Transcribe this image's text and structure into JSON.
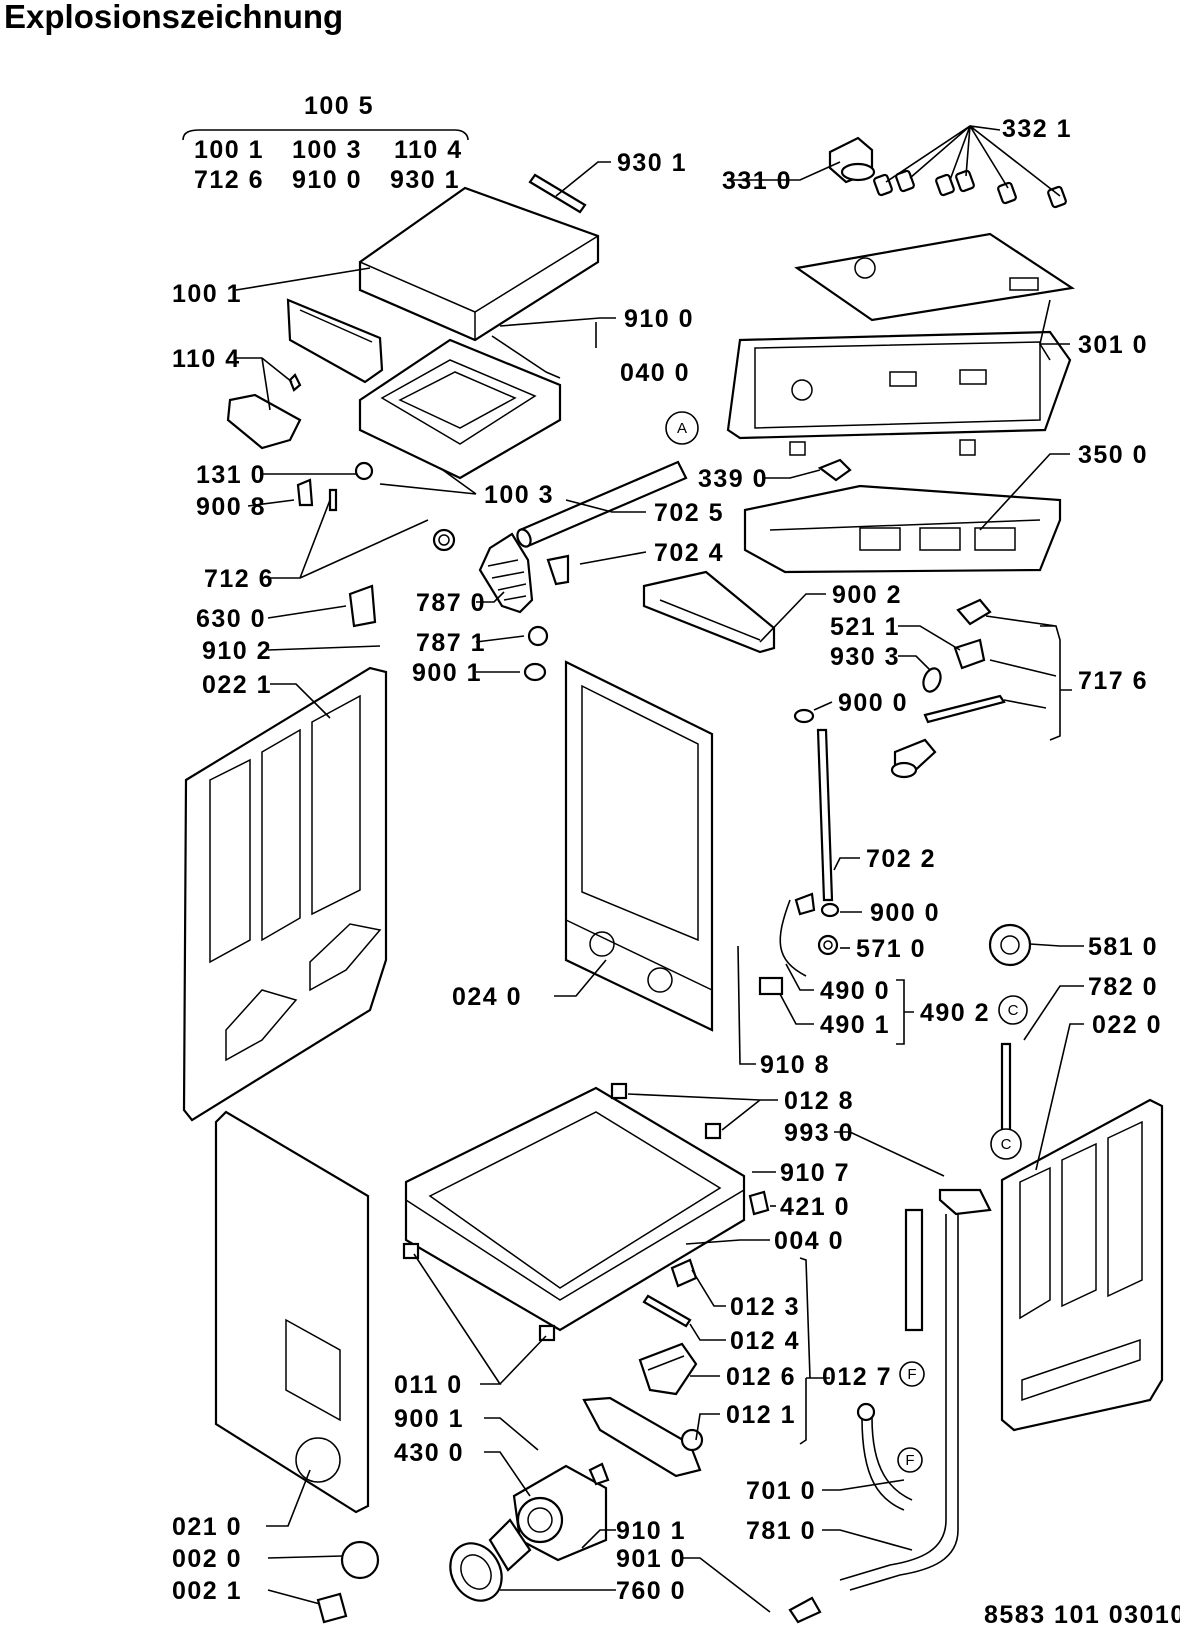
{
  "title": "Explosionszeichnung",
  "doc_number": "8583 101 03010",
  "callouts": [
    "A",
    "C",
    "C",
    "F",
    "F"
  ],
  "labels": {
    "l1005": "100 5",
    "l1001a": "100 1",
    "l1003a": "100 3",
    "l1104a": "110 4",
    "l7126a": "712 6",
    "l9100a": "910 0",
    "l9301a": "930 1",
    "l9301": "930 1",
    "l3321": "332 1",
    "l3310": "331 0",
    "l1001": "100 1",
    "l9100": "910 0",
    "l1104": "110 4",
    "l0400": "040 0",
    "l3010": "301 0",
    "l1310": "131 0",
    "l1003": "100 3",
    "l9008": "900 8",
    "l7025": "702 5",
    "l3390": "339 0",
    "l3500": "350 0",
    "l7126": "712 6",
    "l7024": "702 4",
    "l7870": "787 0",
    "l6300": "630 0",
    "l9002": "900 2",
    "l5211": "521 1",
    "l7871": "787 1",
    "l9102": "910 2",
    "l9303": "930 3",
    "l9001": "900 1",
    "l7176": "717 6",
    "l0221": "022 1",
    "l9000": "900 0",
    "l7022": "702 2",
    "l9000b": "900 0",
    "l5710": "571 0",
    "l5810": "581 0",
    "l0240": "024 0",
    "l4900": "490 0",
    "l4902": "490 2",
    "l4901": "490 1",
    "l7820": "782 0",
    "l0220": "022 0",
    "l9108": "910 8",
    "l0128": "012 8",
    "l9930": "993 0",
    "l9107": "910 7",
    "l4210": "421 0",
    "l0040": "004 0",
    "l0123": "012 3",
    "l0124": "012 4",
    "l0110": "011 0",
    "l0126": "012 6",
    "l0127": "012 7",
    "l9001b": "900 1",
    "l0121": "012 1",
    "l4300": "430 0",
    "l7010": "701 0",
    "l0210": "021 0",
    "l9101": "910 1",
    "l7810": "781 0",
    "l0020": "002 0",
    "l9010": "901 0",
    "l0021": "002 1",
    "l7600": "760 0"
  }
}
